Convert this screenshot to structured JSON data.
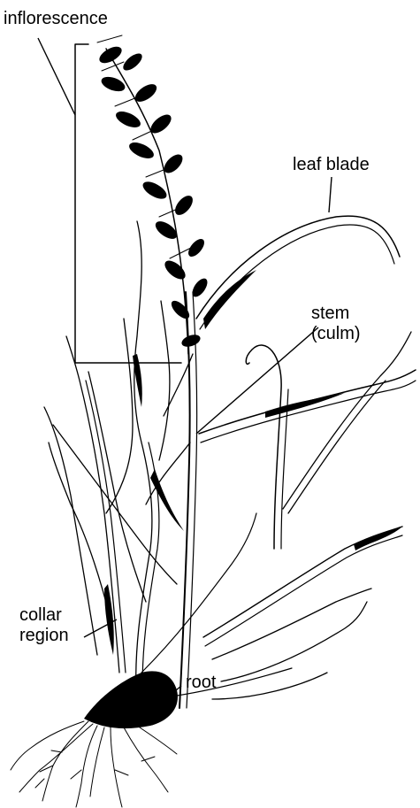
{
  "labels": {
    "inflorescence": "inflorescence",
    "leaf_blade": "leaf blade",
    "stem_line1": "stem",
    "stem_line2": "(culm)",
    "collar_line1": "collar",
    "collar_line2": "region",
    "root": "root"
  },
  "colors": {
    "ink": "#000000",
    "paper": "#ffffff"
  }
}
